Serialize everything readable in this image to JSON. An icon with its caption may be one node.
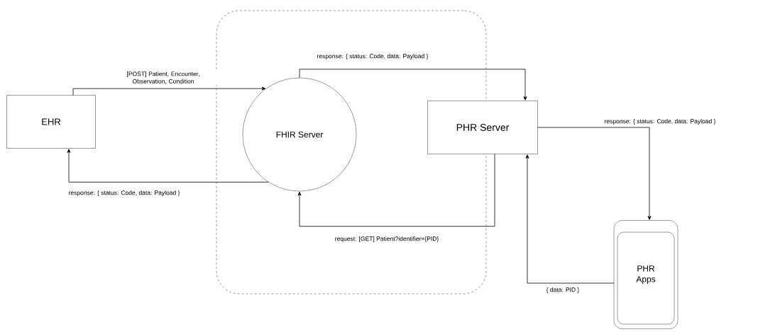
{
  "diagram": {
    "nodes": [
      {
        "text": [],
        "shape": "box"
      },
      {
        "text": [
          "EHR"
        ]
      },
      {
        "text": [
          "FHIR Server"
        ],
        "in": 0
      },
      {
        "text": [
          "PHR Server"
        ]
      },
      {
        "text": [
          "PHR Apps"
        ]
      }
    ],
    "edges": [
      {
        "from": 1,
        "to": 2,
        "arrow": "to",
        "label": "[POST] Patient, Encounter, Observation, Condition"
      },
      {
        "from": 2,
        "to": 1,
        "arrow": "to",
        "label": "response: { status: Code, data: Payload }"
      },
      {
        "from": 2,
        "to": 3,
        "arrow": "to",
        "label": "response: { status: Code, data: Payload }"
      },
      {
        "from": 3,
        "to": 2,
        "arrow": "to",
        "label": "request: [GET] Patient?identifier={PID}"
      },
      {
        "from": 3,
        "to": 4,
        "arrow": "to",
        "label": "response: { status: Code, data: Payload }"
      },
      {
        "from": 4,
        "to": 3,
        "arrow": "to",
        "label": "{ data: PID }"
      }
    ]
  }
}
